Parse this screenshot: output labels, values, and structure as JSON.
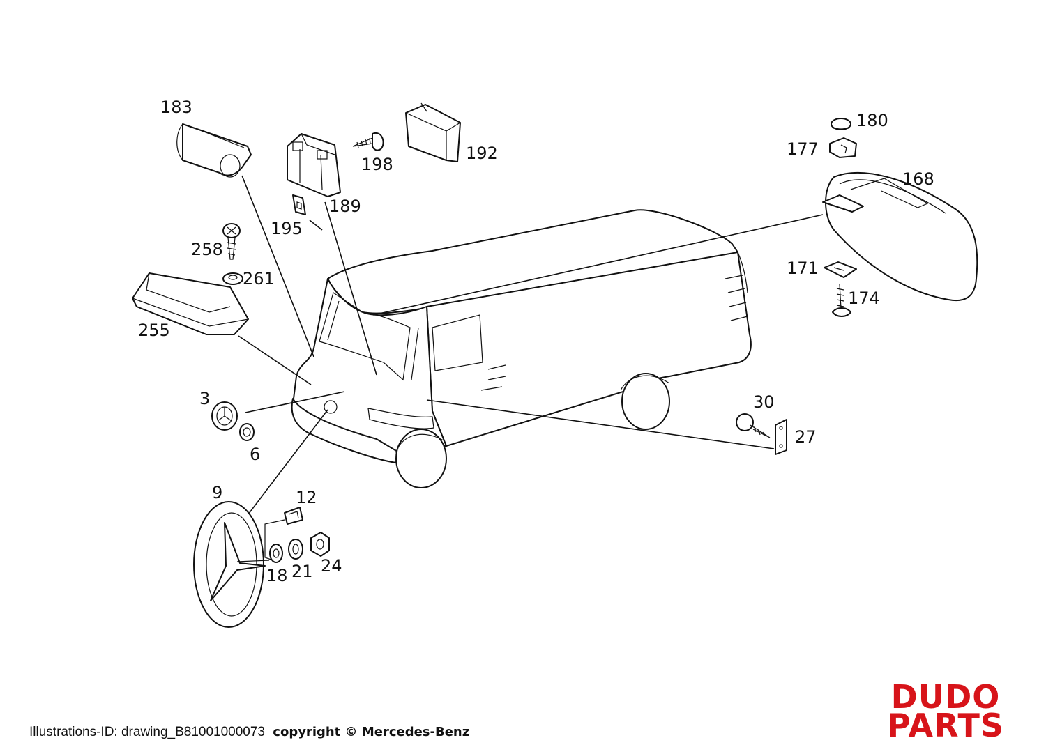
{
  "diagram": {
    "parts": [
      {
        "id": "p183",
        "label": "183"
      },
      {
        "id": "p198",
        "label": "198"
      },
      {
        "id": "p192",
        "label": "192"
      },
      {
        "id": "p189",
        "label": "189"
      },
      {
        "id": "p195",
        "label": "195"
      },
      {
        "id": "p258",
        "label": "258"
      },
      {
        "id": "p261",
        "label": "261"
      },
      {
        "id": "p255",
        "label": "255"
      },
      {
        "id": "p180",
        "label": "180"
      },
      {
        "id": "p177",
        "label": "177"
      },
      {
        "id": "p168",
        "label": "168"
      },
      {
        "id": "p171",
        "label": "171"
      },
      {
        "id": "p174",
        "label": "174"
      },
      {
        "id": "p3",
        "label": "3"
      },
      {
        "id": "p6",
        "label": "6"
      },
      {
        "id": "p30",
        "label": "30"
      },
      {
        "id": "p27",
        "label": "27"
      },
      {
        "id": "p9",
        "label": "9"
      },
      {
        "id": "p12",
        "label": "12"
      },
      {
        "id": "p18",
        "label": "18"
      },
      {
        "id": "p21",
        "label": "21"
      },
      {
        "id": "p24",
        "label": "24"
      }
    ]
  },
  "footer": {
    "illustration_id": "Illustrations-ID: drawing_B81001000073",
    "copyright": "copyright © Mercedes-Benz"
  },
  "logo": {
    "line1": "DUDO",
    "line2": "PARTS",
    "color": "#d7141a"
  }
}
